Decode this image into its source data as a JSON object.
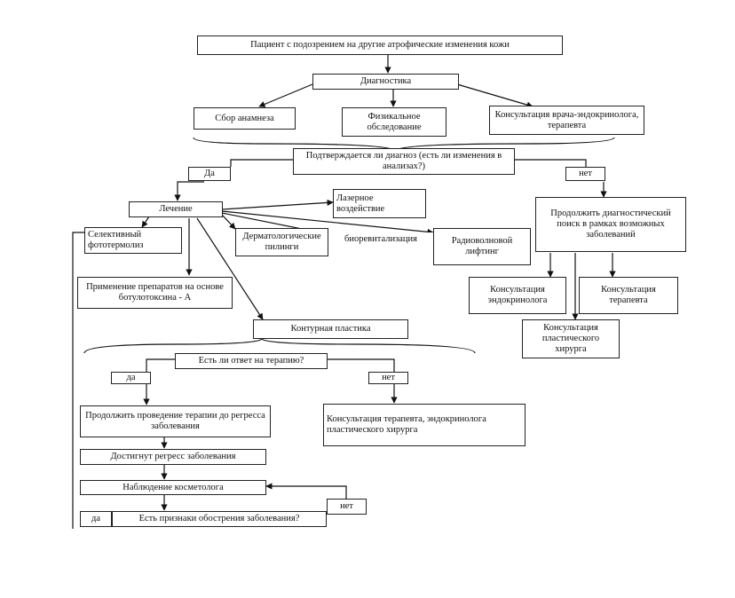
{
  "flowchart": {
    "start": "Пациент с подозрением на другие атрофические изменения кожи",
    "diagnostics": "Диагностика",
    "anamnesis": "Сбор анамнеза",
    "physical_exam": "Физикальное обследование",
    "consult_endo_therapist": "Консультация врача-эндокринолога, терапевта",
    "confirmed_question": "Подтверждается ли диагноз (есть ли изменения в анализах?)",
    "yes": "Да",
    "no": "нет",
    "treatment": "Лечение",
    "laser": "Лазерное воздействие",
    "photothermolysis": "Селективный фототермолиз",
    "peeling": "Дерматологические пилинги",
    "biorevitalization": "биоревитализация",
    "radiowave": "Радиоволновой лифтинг",
    "botulinum": "Применение препаратов на основе ботулотоксина - А",
    "contour": "Контурная пластика",
    "continue_search": "Продолжить диагностический поиск в рамках возможных заболеваний",
    "consult_endo": "Консультация эндокринолога",
    "consult_therapist": "Консультация терапевта",
    "consult_plastic": "Консультация пластического хирурга",
    "response_question": "Есть ли ответ на терапию?",
    "yes_lower": "да",
    "no_lower": "нет",
    "continue_therapy": "Продолжить проведение терапии до регресса заболевания",
    "consult_all": "Консультация терапевта, эндокринолога пластического хирурга",
    "regress": "Достигнут регресс заболевания",
    "observation": "Наблюдение косметолога",
    "exacerbation_question": "Есть признаки обострения заболевания?",
    "yes_bottom": "да",
    "no_bottom": "нет"
  }
}
